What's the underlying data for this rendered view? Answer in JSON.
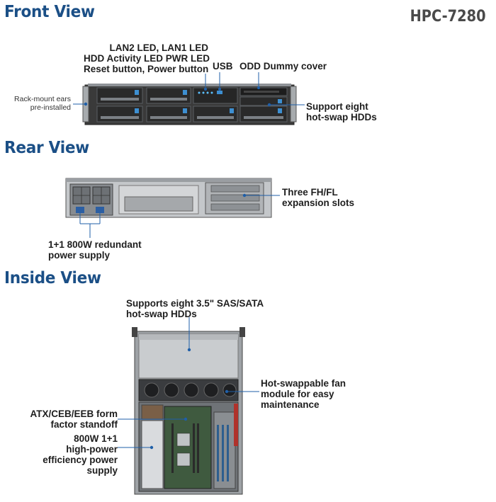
{
  "header": {
    "model": "HPC-7280"
  },
  "front_view": {
    "title": "Front View",
    "labels": {
      "leds_line1": "LAN2 LED, LAN1 LED",
      "leds_line2": "HDD Activity LED PWR LED",
      "leds_line3": "Reset button, Power button",
      "usb": "USB",
      "odd": "ODD Dummy cover",
      "ears_line1": "Rack-mount ears",
      "ears_line2": "pre-installed",
      "hdd_line1": "Support eight",
      "hdd_line2": "hot-swap HDDs"
    }
  },
  "rear_view": {
    "title": "Rear View",
    "labels": {
      "slots_line1": "Three FH/FL",
      "slots_line2": "expansion slots",
      "psu_line1": "1+1 800W redundant",
      "psu_line2": "power supply"
    }
  },
  "inside_view": {
    "title": "Inside View",
    "labels": {
      "hdd_line1": "Supports eight 3.5\" SAS/SATA",
      "hdd_line2": "hot-swap HDDs",
      "fan_line1": "Hot-swappable fan",
      "fan_line2": "module for easy",
      "fan_line3": "maintenance",
      "atx_line1": "ATX/CEB/EEB form",
      "atx_line2": "factor standoff",
      "psu_line1": "800W 1+1",
      "psu_line2": "high-power",
      "psu_line3": "efficiency power",
      "psu_line4": "supply"
    }
  },
  "colors": {
    "title_blue": "#1b4f86",
    "callout_blue": "#1f5fa8",
    "chassis_dark": "#2a2a2a",
    "chassis_metal": "#b9bcbf"
  }
}
